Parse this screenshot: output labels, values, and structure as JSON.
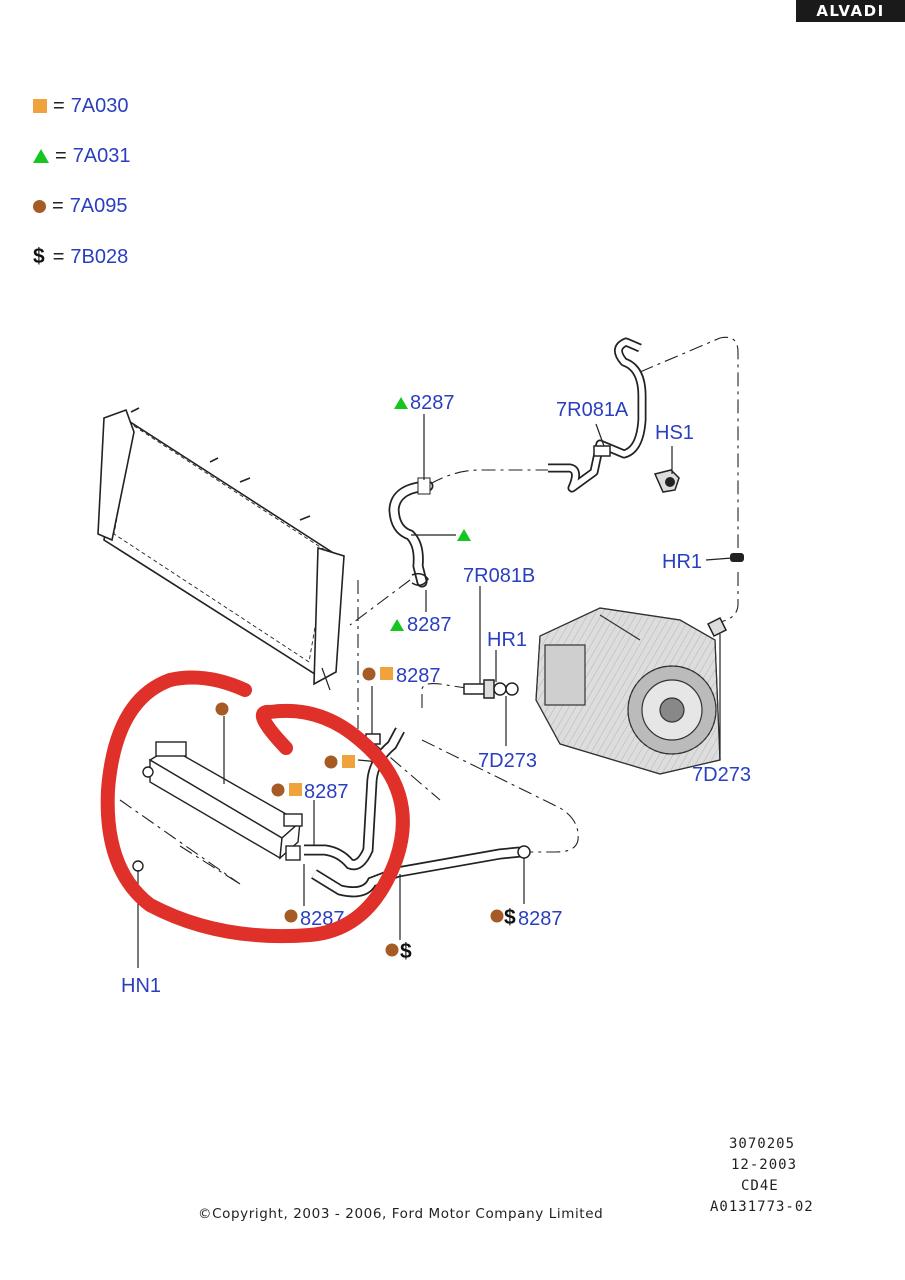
{
  "brand": "ALVADI",
  "legend": [
    {
      "symbol": "square",
      "color": "#f0a33c",
      "code": "7A030"
    },
    {
      "symbol": "triangle",
      "color": "#16c61e",
      "code": "7A031"
    },
    {
      "symbol": "circle",
      "color": "#a65a26",
      "code": "7A095"
    },
    {
      "symbol": "$",
      "color": "#111111",
      "code": "7B028"
    }
  ],
  "legend_eq": "=",
  "callouts": {
    "c8287_tri_top": "8287",
    "c7R081A": "7R081A",
    "cHS1": "HS1",
    "cHR1_right": "HR1",
    "c7R081B": "7R081B",
    "c8287_tri_bottom": "8287",
    "cHR1_mid": "HR1",
    "c8287_sq_dot_upper": "8287",
    "c7D273_mid": "7D273",
    "c7D273_right": "7D273",
    "c8287_sq_dot_lower": "8287",
    "c8287_dot_bottom": "8287",
    "c8287_dot_dollar": "8287",
    "cDollar_bottom": "$",
    "cHN1": "HN1"
  },
  "meta": {
    "line1": "3070205",
    "line2": "12-2003",
    "line3": "CD4E",
    "line4": "A0131773-02"
  },
  "copyright": "©Copyright, 2003 - 2006, Ford Motor Company Limited",
  "colors": {
    "label_blue": "#2a3fc0",
    "highlight_red": "#e0302a",
    "square_orange": "#f0a33c",
    "triangle_green": "#16c61e",
    "circle_brown": "#a65a26"
  }
}
